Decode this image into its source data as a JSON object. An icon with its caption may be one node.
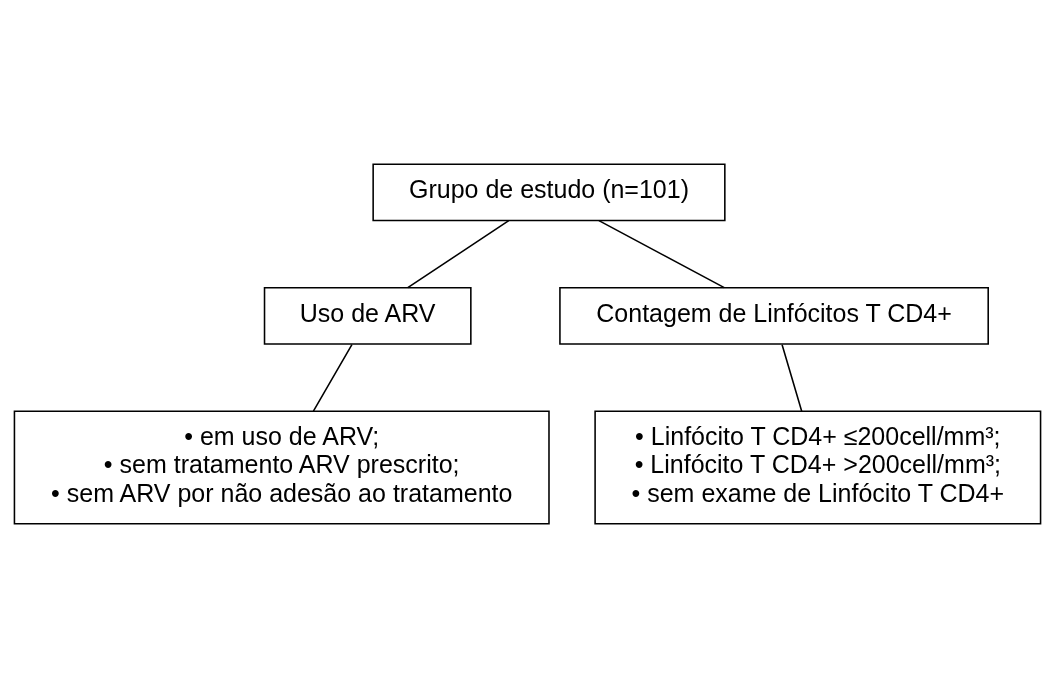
{
  "diagram": {
    "nodes": [
      {
        "text": [
          "Grupo de estudo (n=101)"
        ]
      },
      {
        "text": [
          "Uso de ARV"
        ]
      },
      {
        "text": [
          "Contagem de Linfócitos T CD4+"
        ]
      },
      {
        "text": [
          "• em uso de ARV;",
          "• sem tratamento ARV prescrito;",
          "• sem ARV por não adesão ao tratamento"
        ]
      },
      {
        "text": [
          "• Linfócito T CD4+ ≤200cell/mm³;",
          "• Linfócito T CD4+ >200cell/mm³;",
          "• sem exame de Linfócito T CD4+"
        ]
      }
    ],
    "edges": [
      {
        "from": 0,
        "to": 1,
        "arrow": "none"
      },
      {
        "from": 0,
        "to": 2,
        "arrow": "none"
      },
      {
        "from": 1,
        "to": 3,
        "arrow": "none"
      },
      {
        "from": 2,
        "to": 4,
        "arrow": "none"
      }
    ]
  }
}
